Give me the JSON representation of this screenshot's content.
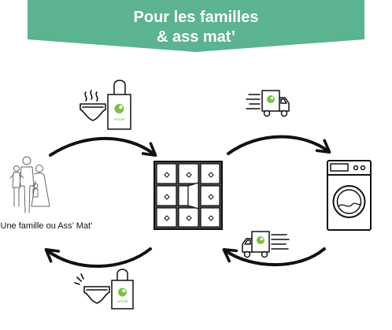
{
  "banner": {
    "title_line1": "Pour les familles",
    "title_line2": "& ass mat’",
    "color": "#5bb38f"
  },
  "actor": {
    "label": "Une famille ou Ass’ Mat’"
  },
  "bag": {
    "brand": "smicial",
    "accent": "#7cc242"
  },
  "icons": {
    "dirty_diaper": "dirty-diaper-icon",
    "clean_diaper": "clean-diaper-icon",
    "tote_bag": "tote-bag-icon",
    "delivery_truck": "delivery-truck-icon",
    "lockers": "locker-icon",
    "washing_machine": "washing-machine-icon",
    "family": "family-icon"
  }
}
